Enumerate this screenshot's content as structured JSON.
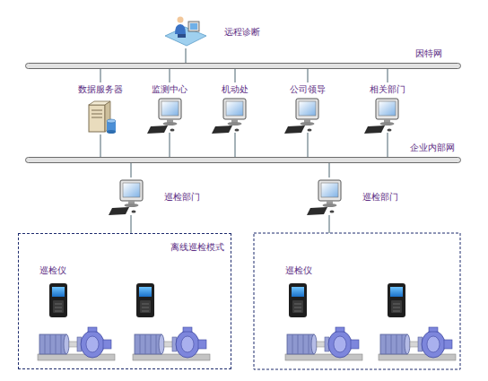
{
  "diagram": {
    "nodes": [
      {
        "text": [
          "远程诊断"
        ]
      },
      {
        "text": [
          "因特网"
        ]
      },
      {
        "text": [
          "数据服务器"
        ]
      },
      {
        "text": [
          "监测中心"
        ]
      },
      {
        "text": [
          "机动处"
        ]
      },
      {
        "text": [
          "公司领导"
        ]
      },
      {
        "text": [
          "相关部门"
        ]
      },
      {
        "text": [
          "企业内部网"
        ]
      },
      {
        "text": [
          "巡检部门"
        ]
      },
      {
        "text": [
          "巡检部门"
        ]
      },
      {
        "text": [
          "离线巡检模式"
        ]
      }
    ],
    "edges": [
      {
        "from": 0,
        "to": 1,
        "arrow": "none"
      },
      {
        "from": 1,
        "to": 2,
        "arrow": "none"
      },
      {
        "from": 1,
        "to": 3,
        "arrow": "none"
      },
      {
        "from": 1,
        "to": 4,
        "arrow": "none"
      },
      {
        "from": 1,
        "to": 5,
        "arrow": "none"
      },
      {
        "from": 1,
        "to": 6,
        "arrow": "none"
      },
      {
        "from": 2,
        "to": 7,
        "arrow": "none"
      },
      {
        "from": 3,
        "to": 7,
        "arrow": "none"
      },
      {
        "from": 4,
        "to": 7,
        "arrow": "none"
      },
      {
        "from": 5,
        "to": 7,
        "arrow": "none"
      },
      {
        "from": 6,
        "to": 7,
        "arrow": "none"
      },
      {
        "from": 7,
        "to": 8,
        "arrow": "none"
      },
      {
        "from": 7,
        "to": 9,
        "arrow": "none"
      },
      {
        "from": 8,
        "to": 10,
        "arrow": "none"
      }
    ],
    "labels": [
      "巡检仪",
      "巡检仪"
    ]
  }
}
